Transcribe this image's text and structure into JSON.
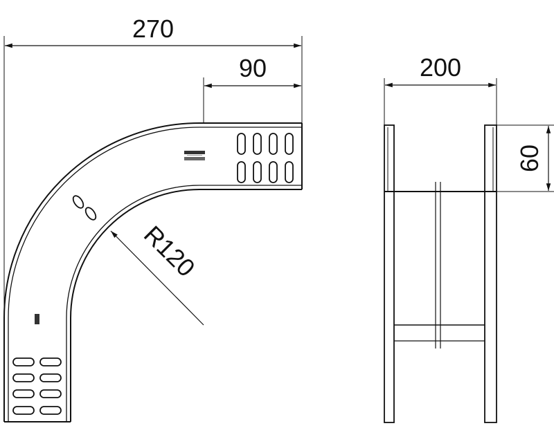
{
  "dimensions": {
    "overall_width": "270",
    "straight_length": "90",
    "radius": "R120",
    "tray_width": "200",
    "side_height": "60"
  },
  "colors": {
    "line": "#111111",
    "background": "#ffffff"
  },
  "icons": {
    "slot": "rounded-slot",
    "label_plate": "marking-label"
  }
}
